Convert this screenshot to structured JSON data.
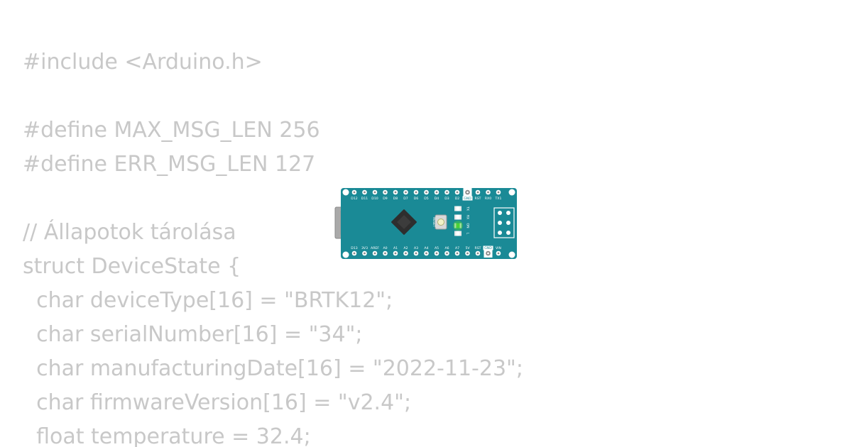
{
  "code": {
    "lines": [
      "#include <Arduino.h>",
      "",
      "#define MAX_MSG_LEN 256",
      "#define ERR_MSG_LEN 127",
      "",
      "// Állapotok tárolása",
      "struct DeviceState {",
      "  char deviceType[16] = \"BRTK12\";",
      "  char serialNumber[16] = \"34\";",
      "  char manufacturingDate[16] = \"2022-11-23\";",
      "  char firmwareVersion[16] = \"v2.4\";",
      "  float temperature = 32.4;"
    ]
  },
  "board": {
    "top_pin_labels": [
      "D12",
      "D11",
      "D10",
      "D9",
      "D8",
      "D7",
      "D6",
      "D5",
      "D4",
      "D3",
      "D2",
      "GND",
      "RST",
      "RX0",
      "TX1"
    ],
    "bottom_pin_labels": [
      "D13",
      "3V3",
      "AREF",
      "A0",
      "A1",
      "A2",
      "A3",
      "A4",
      "A5",
      "A6",
      "A7",
      "5V",
      "RST",
      "GND",
      "VIN"
    ],
    "reset_label": "RESET",
    "led_labels": [
      "TX",
      "RX",
      "ON",
      "L"
    ],
    "pcb_color": "#1a8a96",
    "led_color": "#4cd137"
  }
}
